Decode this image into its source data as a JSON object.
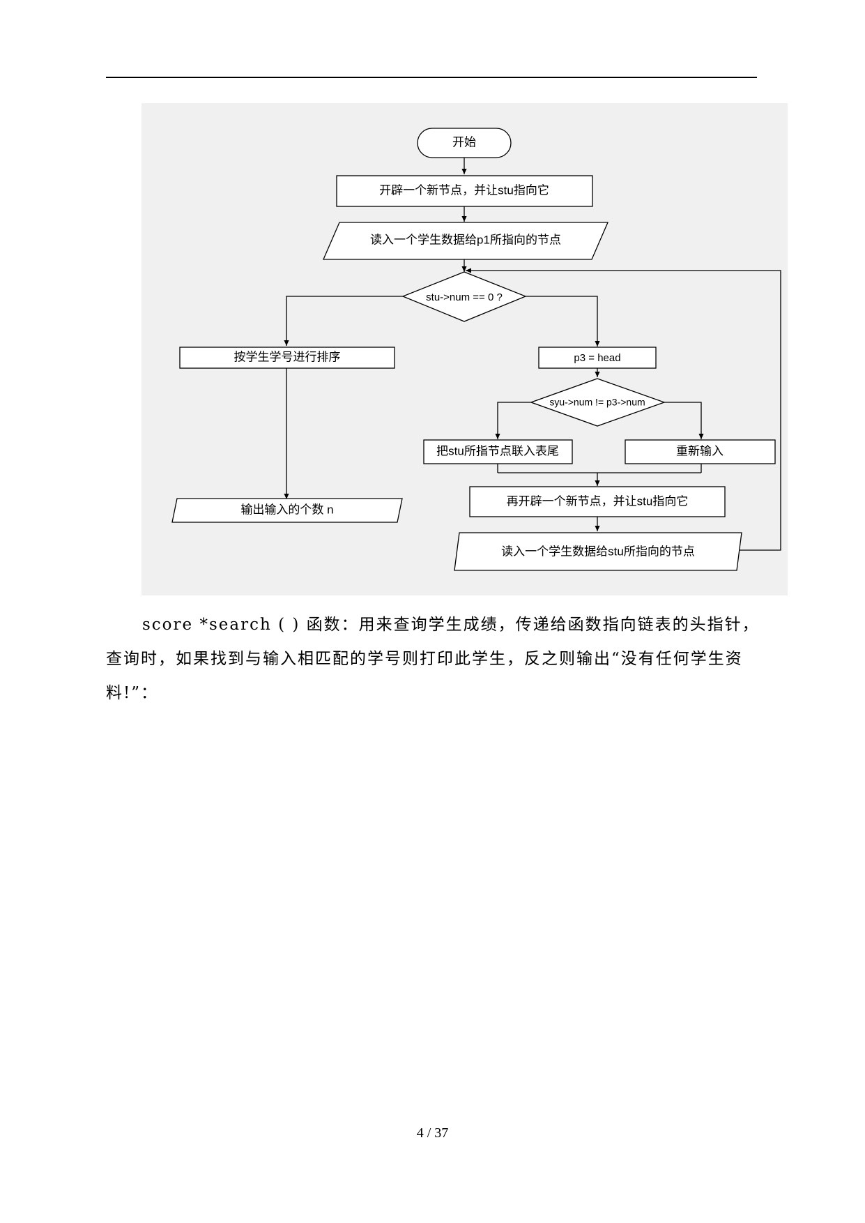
{
  "flowchart": {
    "start": "开始",
    "alloc_first": "开辟一个新节点，并让stu指向它",
    "read_p1": "读入一个学生数据给p1所指向的节点",
    "cond_num_zero": "stu->num == 0 ?",
    "sort": "按学生学号进行排序",
    "output_count": "输出输入的个数 n",
    "assign_p3": "p3 = head",
    "cond_num_ne": "syu->num != p3->num",
    "link_tail": "把stu所指节点联入表尾",
    "reinput": "重新输入",
    "alloc_again": "再开辟一个新节点，并让stu指向它",
    "read_stu": "读入一个学生数据给stu所指向的节点"
  },
  "body": {
    "paragraph": "score   *search ( ) 函数：用来查询学生成绩，传递给函数指向链表的头指针，查询时，如果找到与输入相匹配的学号则打印此学生，反之则输出“没有任何学生资料!”："
  },
  "footer": {
    "page_number": "4 / 37"
  },
  "colors": {
    "figure_background": "#f0f0f0",
    "stroke": "#000000"
  }
}
